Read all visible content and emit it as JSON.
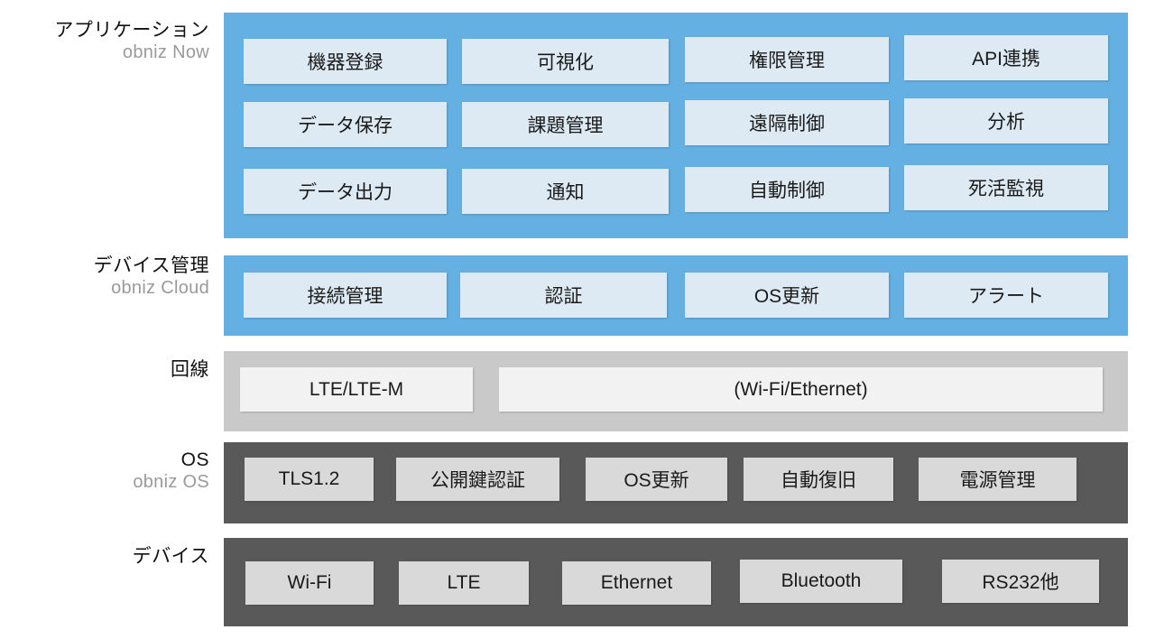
{
  "diagram": {
    "title": "obniz IoT architecture stack",
    "colors": {
      "band_blue": "#64b0e3",
      "band_gray": "#c9c9c9",
      "band_dark": "#595959",
      "chip_light_blue": "#ddeaf4",
      "chip_white": "#f2f2f2",
      "chip_gray": "#d9d9d9",
      "label_main": "#111111",
      "label_sub": "#9a9a9a"
    },
    "layers": [
      {
        "id": "application",
        "label_main": "アプリケーション",
        "label_sub": "obniz Now",
        "band_color": "#64b0e3",
        "chip_color": "#ddeaf4",
        "rows": [
          [
            "機器登録",
            "可視化",
            "権限管理",
            "API連携"
          ],
          [
            "データ保存",
            "課題管理",
            "遠隔制御",
            "分析"
          ],
          [
            "データ出力",
            "通知",
            "自動制御",
            "死活監視"
          ]
        ]
      },
      {
        "id": "device-management",
        "label_main": "デバイス管理",
        "label_sub": "obniz Cloud",
        "band_color": "#64b0e3",
        "chip_color": "#ddeaf4",
        "rows": [
          [
            "接続管理",
            "認証",
            "OS更新",
            "アラート"
          ]
        ]
      },
      {
        "id": "network",
        "label_main": "回線",
        "label_sub": "",
        "band_color": "#c9c9c9",
        "chip_color": "#f2f2f2",
        "rows": [
          [
            "LTE/LTE-M",
            "(Wi-Fi/Ethernet)"
          ]
        ]
      },
      {
        "id": "os",
        "label_main": "OS",
        "label_sub": "obniz OS",
        "band_color": "#595959",
        "chip_color": "#d9d9d9",
        "rows": [
          [
            "TLS1.2",
            "公開鍵認証",
            "OS更新",
            "自動復旧",
            "電源管理"
          ]
        ]
      },
      {
        "id": "device",
        "label_main": "デバイス",
        "label_sub": "",
        "band_color": "#595959",
        "chip_color": "#d9d9d9",
        "rows": [
          [
            "Wi-Fi",
            "LTE",
            "Ethernet",
            "Bluetooth",
            "RS232他"
          ]
        ]
      }
    ]
  }
}
